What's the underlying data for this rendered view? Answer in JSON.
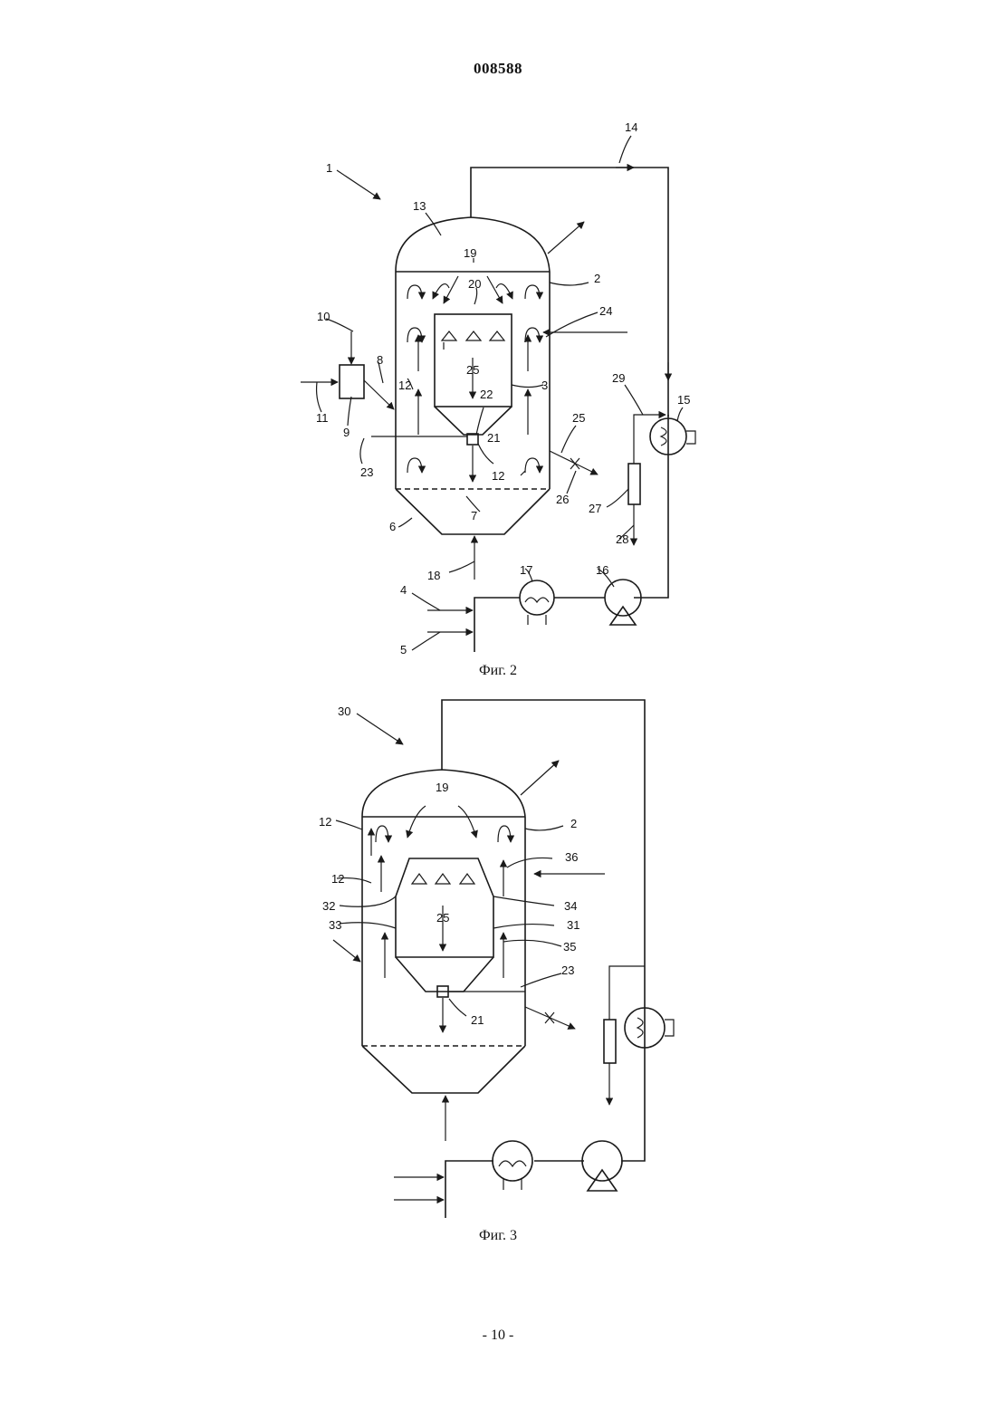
{
  "header": {
    "document_number": "008588"
  },
  "figure2": {
    "caption": "Фиг. 2",
    "labels": {
      "l1": "1",
      "l2": "2",
      "l3": "3",
      "l4": "4",
      "l5": "5",
      "l6": "6",
      "l7": "7",
      "l8": "8",
      "l9": "9",
      "l10": "10",
      "l11": "11",
      "l12a": "12",
      "l12b": "12",
      "l13": "13",
      "l14": "14",
      "l15": "15",
      "l16": "16",
      "l17": "17",
      "l18": "18",
      "l19": "19",
      "l20": "20",
      "l21": "21",
      "l22": "22",
      "l23": "23",
      "l24": "24",
      "l25a": "25",
      "l25b": "25",
      "l26": "26",
      "l27": "27",
      "l28": "28",
      "l29": "29"
    }
  },
  "figure3": {
    "caption": "Фиг. 3",
    "labels": {
      "l30": "30",
      "l19": "19",
      "l12a": "12",
      "l12b": "12",
      "l2": "2",
      "l36": "36",
      "l32": "32",
      "l34": "34",
      "l33": "33",
      "l25": "25",
      "l31": "31",
      "l35": "35",
      "l23": "23",
      "l21": "21"
    }
  },
  "footer": {
    "page_number": "- 10 -"
  }
}
